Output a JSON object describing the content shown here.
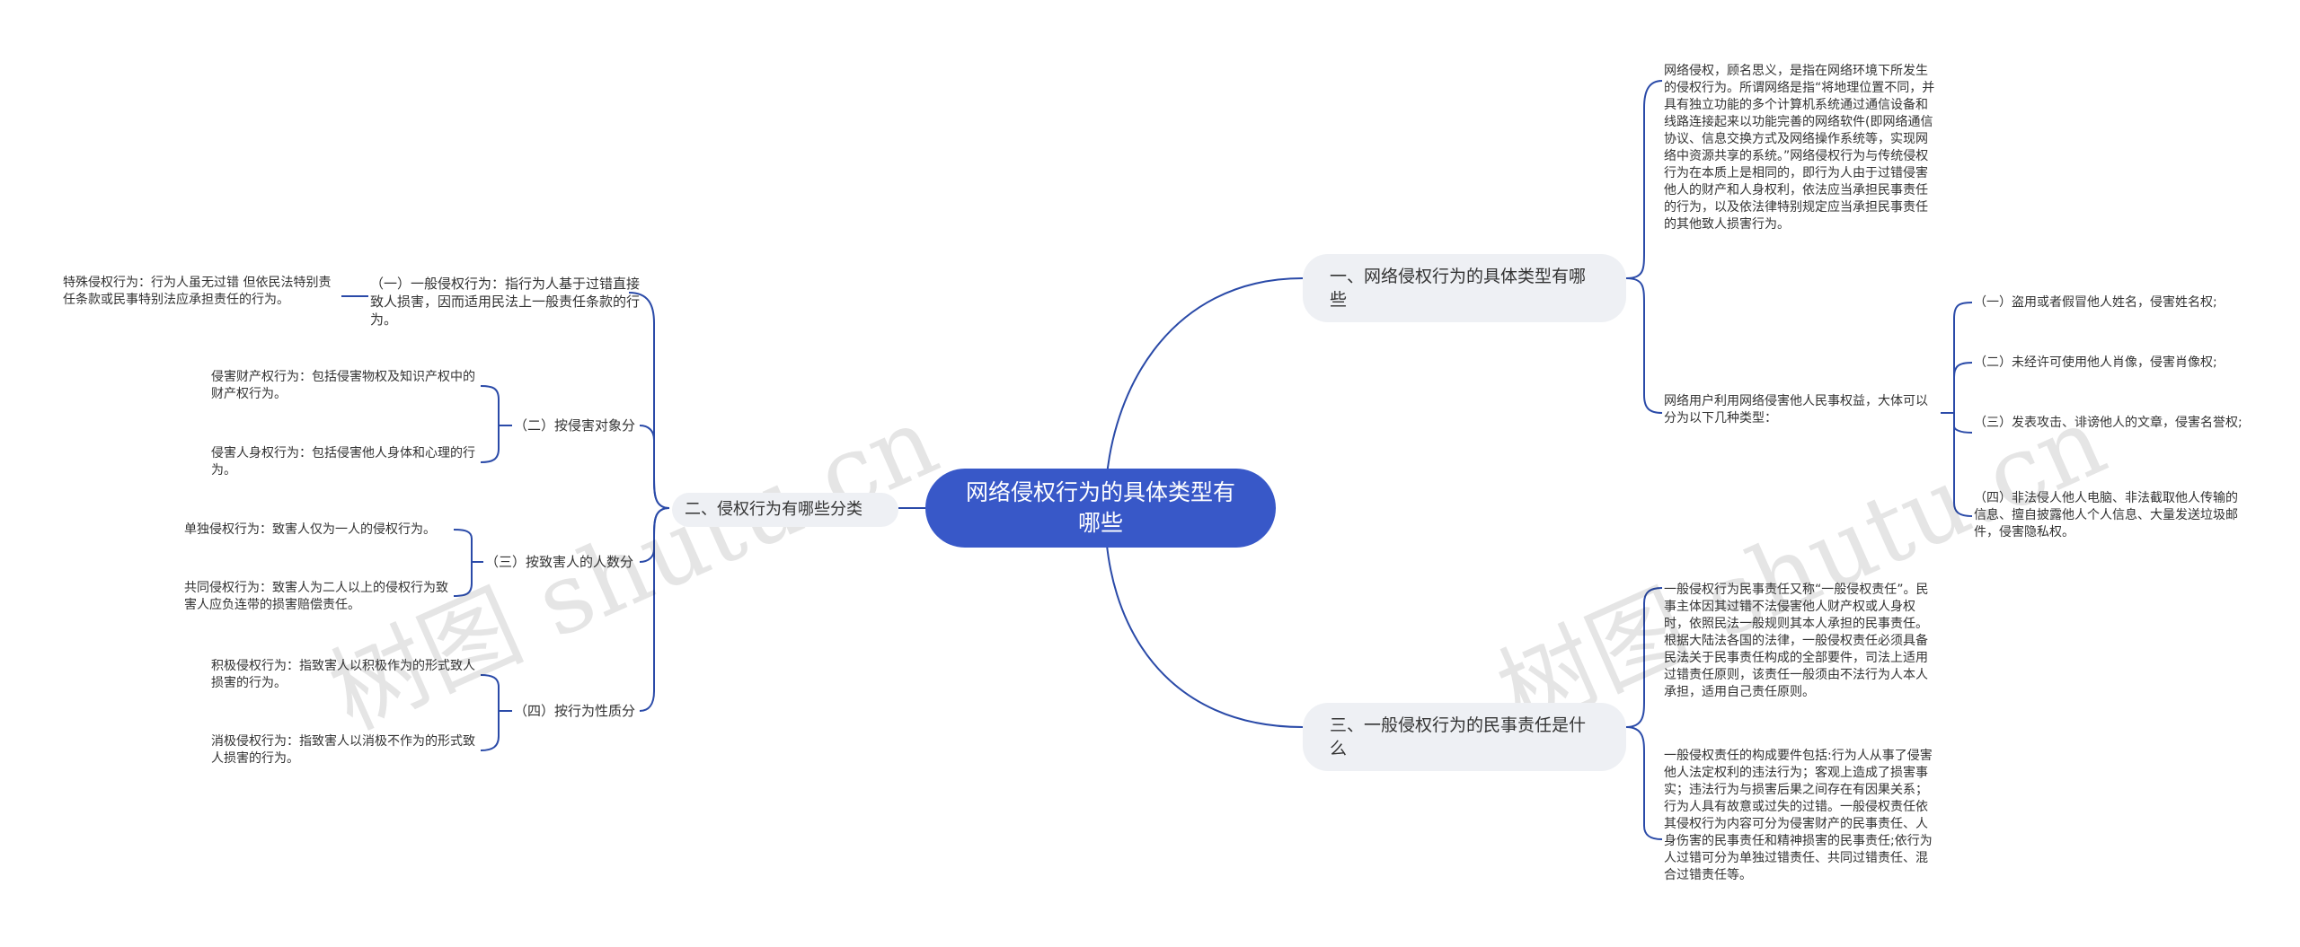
{
  "root": {
    "title": "网络侵权行为的具体类型有哪些"
  },
  "watermark": "树图 shutu.cn",
  "right": {
    "b1": {
      "label": "一、网络侵权行为的具体类型有哪些",
      "intro": "网络侵权，顾名思义，是指在网络环境下所发生的侵权行为。所谓网络是指“将地理位置不同，并具有独立功能的多个计算机系统通过通信设备和线路连接起来以功能完善的网络软件(即网络通信协议、信息交换方式及网络操作系统等，实现网络中资源共享的系统。”网络侵权行为与传统侵权行为在本质上是相同的，即行为人由于过错侵害他人的财产和人身权利，依法应当承担民事责任的行为，以及依法律特别规定应当承担民事责任的其他致人损害行为。",
      "sub_label": "网络用户利用网络侵害他人民事权益，大体可以分为以下几种类型：",
      "items": [
        "（一）盗用或者假冒他人姓名，侵害姓名权;",
        "（二）未经许可使用他人肖像，侵害肖像权;",
        "（三）发表攻击、诽谤他人的文章，侵害名誉权;",
        "（四）非法侵人他人电脑、非法截取他人传输的信息、擅自披露他人个人信息、大量发送垃圾邮件，侵害隐私权。"
      ]
    },
    "b3": {
      "label": "三、一般侵权行为的民事责任是什么",
      "p1": "一般侵权行为民事责任又称“一般侵权责任”。民事主体因其过错不法侵害他人财产权或人身权时，依照民法一般规则其本人承担的民事责任。根据大陆法各国的法律，一般侵权责任必须具备民法关于民事责任构成的全部要件，司法上适用过错责任原则，该责任一般须由不法行为人本人承担，适用自己责任原则。",
      "p2": "一般侵权责任的构成要件包括:行为人从事了侵害他人法定权利的违法行为；客观上造成了损害事实；违法行为与损害后果之间存在有因果关系；行为人具有故意或过失的过错。一般侵权责任依其侵权行为内容可分为侵害财产的民事责任、人身伤害的民事责任和精神损害的民事责任;依行为人过错可分为单独过错责任、共同过错责任、混合过错责任等。"
    }
  },
  "left": {
    "b2": {
      "label": "二、侵权行为有哪些分类",
      "groups": [
        {
          "label": "（一）一般侵权行为：指行为人基于过错直接致人损害，因而适用民法上一般责任条款的行为。",
          "items": [
            "特殊侵权行为：行为人虽无过错 但依民法特别责任条款或民事特别法应承担责任的行为。"
          ]
        },
        {
          "label": "（二）按侵害对象分",
          "items": [
            "侵害财产权行为：包括侵害物权及知识产权中的财产权行为。",
            "侵害人身权行为：包括侵害他人身体和心理的行为。"
          ]
        },
        {
          "label": "（三）按致害人的人数分",
          "items": [
            "单独侵权行为：致害人仅为一人的侵权行为。",
            "共同侵权行为：致害人为二人以上的侵权行为致害人应负连带的损害赔偿责任。"
          ]
        },
        {
          "label": "（四）按行为性质分",
          "items": [
            "积极侵权行为：指致害人以积极作为的形式致人损害的行为。",
            "消极侵权行为：指致害人以消极不作为的形式致人损害的行为。"
          ]
        }
      ]
    }
  }
}
